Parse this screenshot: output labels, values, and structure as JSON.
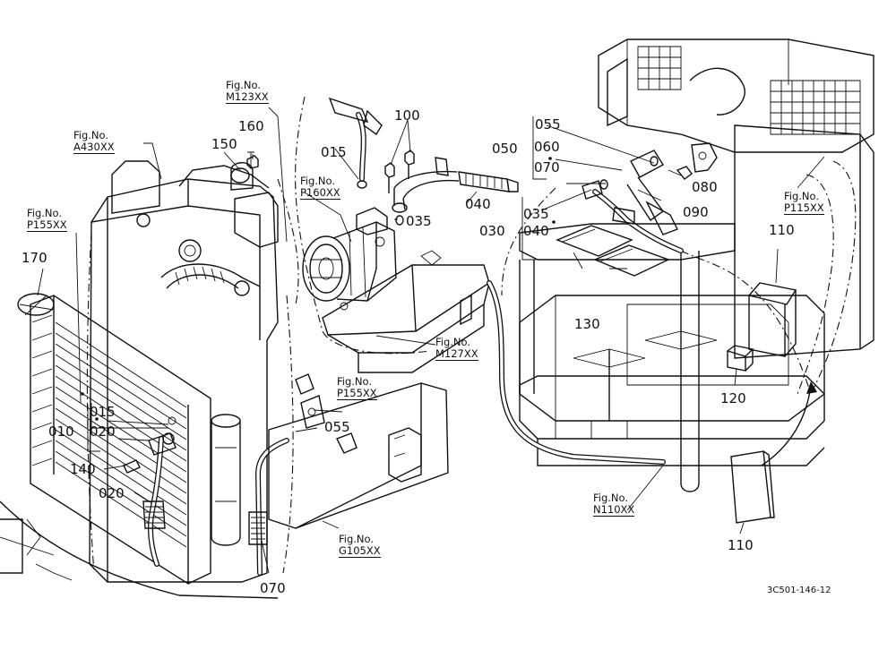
{
  "figure_refs": {
    "a430": {
      "title": "Fig.No.",
      "code": "A430XX"
    },
    "m123": {
      "title": "Fig.No.",
      "code": "M123XX"
    },
    "p155_left": {
      "title": "Fig.No.",
      "code": "P155XX"
    },
    "p160": {
      "title": "Fig.No.",
      "code": "P160XX"
    },
    "p155_mid": {
      "title": "Fig.No.",
      "code": "P155XX"
    },
    "m127": {
      "title": "Fig.No.",
      "code": "M127XX"
    },
    "g105": {
      "title": "Fig.No.",
      "code": "G105XX"
    },
    "p115": {
      "title": "Fig.No.",
      "code": "P115XX"
    },
    "n110": {
      "title": "Fig.No.",
      "code": "N110XX"
    }
  },
  "part_numbers": {
    "p160": "160",
    "p150": "150",
    "p100": "100",
    "p015_top": "015",
    "p035_top": "035",
    "p040_top": "040",
    "p055_top": "055",
    "p050": "050",
    "p060": "060",
    "p070_top": "070",
    "p080": "080",
    "p090": "090",
    "p035_mid": "035",
    "p040_mid": "040",
    "p030": "030",
    "p130": "130",
    "p110_top": "110",
    "p120": "120",
    "p110_bottom": "110",
    "p170": "170",
    "p015_left": "015",
    "p010": "010",
    "p020_left": "020",
    "p140": "140",
    "p020_bottom": "020",
    "p055_mid": "055",
    "p070_bottom": "070"
  },
  "drawing_code": "3C501-146-12"
}
